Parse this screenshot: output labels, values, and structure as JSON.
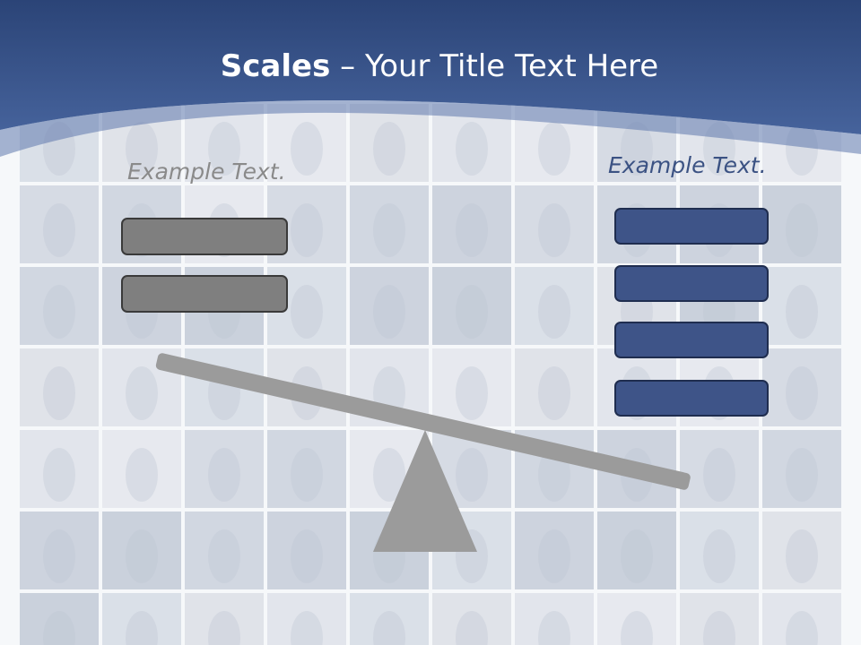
{
  "slide": {
    "title_bold": "Scales",
    "title_rest": " – Your Title Text Here",
    "left_label": "Example Text.",
    "right_label": "Example Text."
  },
  "scale": {
    "left_pan_weights": 2,
    "right_pan_weights": 4
  },
  "colors": {
    "header_blue": "#2f4a80",
    "left_weight_fill": "#7f7f7f",
    "right_weight_fill": "#3e5488",
    "beam_and_fulcrum": "#9b9b9b",
    "left_label_text": "#8a8a8a",
    "right_label_text": "#3b5283"
  }
}
